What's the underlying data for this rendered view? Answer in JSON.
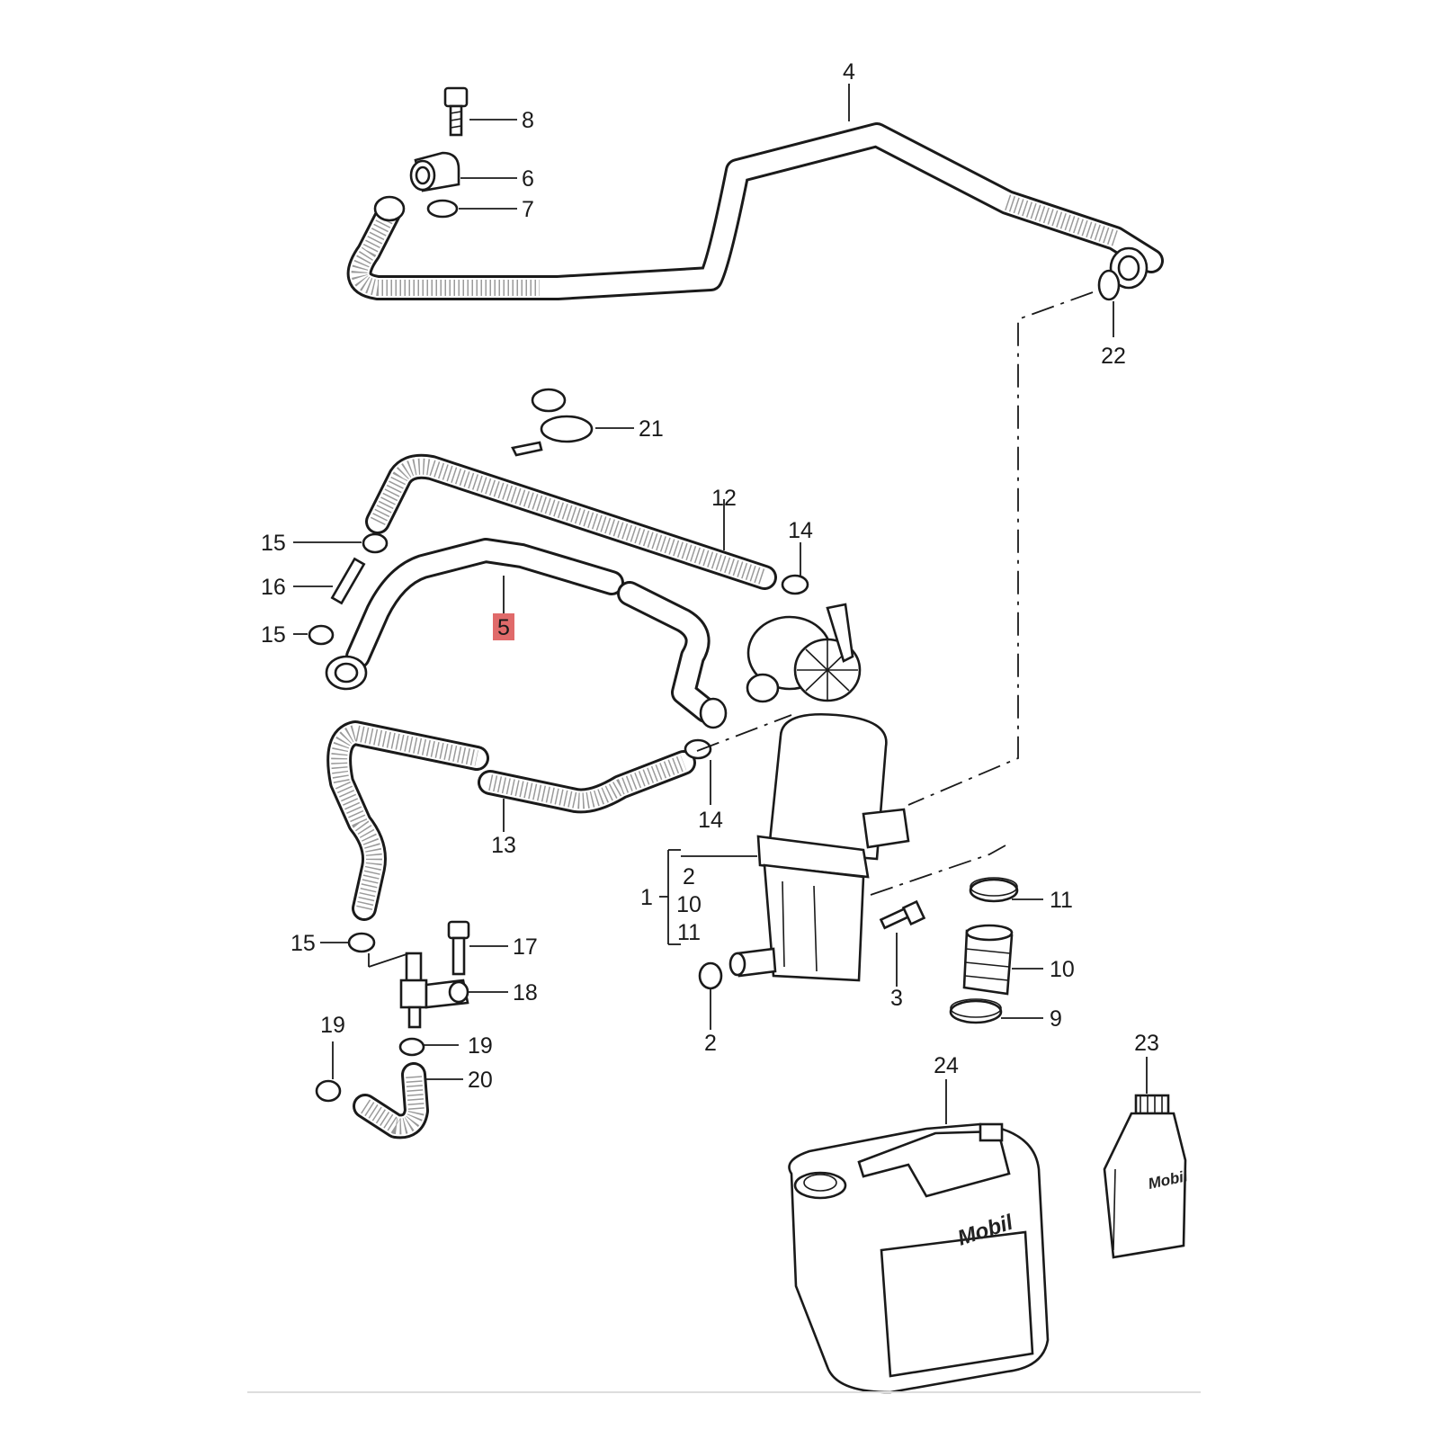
{
  "callouts": {
    "c1": "1",
    "c2a": "2",
    "c2b": "2",
    "c3": "3",
    "c4": "4",
    "c5": "5",
    "c6": "6",
    "c7": "7",
    "c8": "8",
    "c9": "9",
    "c10a": "10",
    "c10b": "10",
    "c11a": "11",
    "c11b": "11",
    "c12": "12",
    "c13": "13",
    "c14a": "14",
    "c14b": "14",
    "c15a": "15",
    "c15b": "15",
    "c15c": "15",
    "c16": "16",
    "c17": "17",
    "c18": "18",
    "c19a": "19",
    "c19b": "19",
    "c20": "20",
    "c21": "21",
    "c22": "22",
    "c23": "23",
    "c24": "24"
  },
  "brand": {
    "canister": "Mobil",
    "bottle": "Mobil"
  },
  "colors": {
    "highlight": "#e06a6a",
    "ink": "#1a1a1a"
  }
}
